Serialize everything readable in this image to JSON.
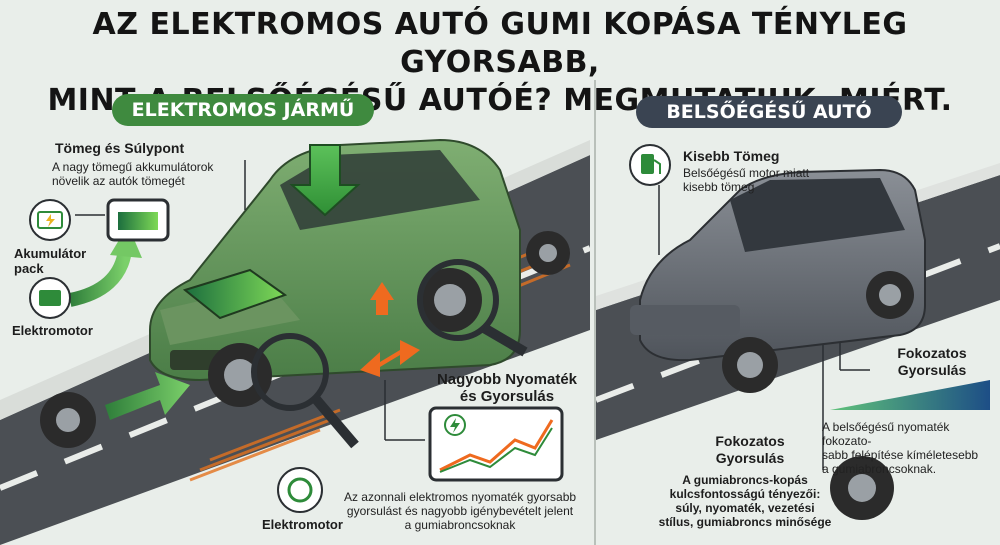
{
  "title_line1": "AZ ELEKTROMOS AUTÓ GUMI KOPÁSA TÉNYLEG GYORSABB,",
  "title_line2": "MINT A BELSŐÉGÉSŰ AUTÓÉ? MEGMUTATJUK, MIÉRT.",
  "ev": {
    "header": "ELEKTROMOS JÁRMŰ",
    "mass_title": "Tömeg és Súlypont",
    "mass_desc_1": "A nagy tömegű akkumulátorok",
    "mass_desc_2": "növelik az autók tömegét",
    "battery_label_1": "Akumulátor",
    "battery_label_2": "pack",
    "motor_label_left": "Elektromotor",
    "torque_title_1": "Nagyobb Nyomaték",
    "torque_title_2": "és Gyorsulás",
    "motor_label_bottom": "Elektromotor",
    "torque_desc_1": "Az azonnali elektromos nyomaték gyorsabb",
    "torque_desc_2": "gyorsulást és nagyobb igénybevételt jelent",
    "torque_desc_3": "a gumiabroncsoknak"
  },
  "ice": {
    "header": "BELSŐÉGÉSŰ AUTÓ",
    "mass_title": "Kisebb Tömeg",
    "mass_desc_1": "Belsőégésű motor miatt",
    "mass_desc_2": "kisebb tömeg",
    "accel_title_1": "Fokozatos",
    "accel_title_2": "Gyorsulás",
    "accel_desc_1": "A belsőégésű nyomaték fokozato-",
    "accel_desc_2": "sabb felépítése kíméletesebb",
    "accel_desc_3": "a gumiabroncsoknak.",
    "accel2_title_1": "Fokozatos",
    "accel2_title_2": "Gyorsulás",
    "factors_1": "A gumiabroncs-kopás",
    "factors_2": "kulcsfontosságú tényezői:",
    "factors_3": "súly, nyomaték, vezetési",
    "factors_4": "stílus, gumiabroncs minősége"
  },
  "colors": {
    "ev_green": "#3f8a3f",
    "ice_dark": "#3a4452",
    "arrow_orange": "#ef6a1f",
    "road": "#4b4f54"
  }
}
